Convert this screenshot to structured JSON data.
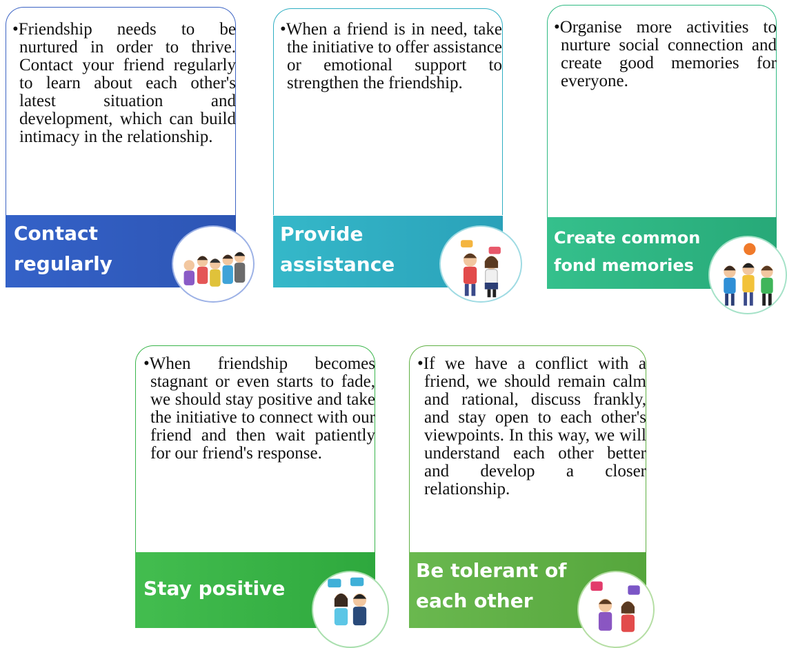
{
  "cards": [
    {
      "bullet_text": "•Friendship needs to be nurtured in order to thrive. Contact your friend regularly to learn about each other's latest situation and development, which can build intimacy in the relationship.",
      "title_line1": "Contact",
      "title_line2": "regularly",
      "color": "#3b63c4",
      "icon": "friends-group-icon"
    },
    {
      "bullet_text": "•When a friend is in need, take the initiative to offer assistance or emotional support to strengthen the friendship.",
      "title_line1": "Provide",
      "title_line2": "assistance",
      "color": "#2eaec2",
      "icon": "two-friends-talking-icon"
    },
    {
      "bullet_text": "•Organise more activities to nurture social connection and create good memories for everyone.",
      "title_line1": "Create common",
      "title_line2": "fond memories",
      "color": "#2eb982",
      "icon": "friends-playing-ball-icon"
    },
    {
      "bullet_text": "•When friendship becomes stagnant or even starts to fade, we should stay positive and take the initiative to connect with our friend and then wait patiently for our friend's response.",
      "title_line1": "Stay positive",
      "title_line2": "",
      "color": "#38b54a",
      "icon": "friends-chatting-icon"
    },
    {
      "bullet_text": "•If we have a conflict with a friend, we should remain calm and rational, discuss frankly, and stay open to each other's viewpoints. In this way, we will understand each other better and develop a closer relationship.",
      "title_line1": "Be tolerant of",
      "title_line2": "each other",
      "color": "#5fb043",
      "icon": "friends-sharing-likes-icon"
    }
  ]
}
